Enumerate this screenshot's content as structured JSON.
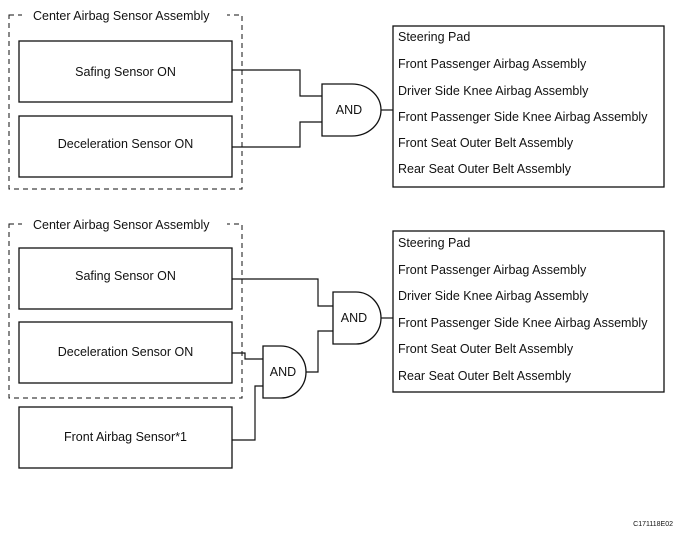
{
  "diagram_top": {
    "group_title": "Center Airbag Sensor Assembly",
    "safing_sensor": "Safing Sensor ON",
    "deceleration_sensor": "Deceleration Sensor ON",
    "gate": "AND",
    "outputs": [
      "Steering Pad",
      "Front Passenger Airbag Assembly",
      "Driver Side Knee Airbag Assembly",
      "Front Passenger Side Knee Airbag Assembly",
      "Front Seat Outer Belt Assembly",
      "Rear Seat Outer Belt Assembly"
    ]
  },
  "diagram_bottom": {
    "group_title": "Center Airbag Sensor Assembly",
    "safing_sensor": "Safing Sensor ON",
    "deceleration_sensor": "Deceleration Sensor ON",
    "front_sensor": "Front Airbag Sensor*1",
    "gate_inner": "AND",
    "gate_outer": "AND",
    "outputs": [
      "Steering Pad",
      "Front Passenger Airbag Assembly",
      "Driver Side Knee Airbag Assembly",
      "Front Passenger Side Knee Airbag Assembly",
      "Front Seat Outer Belt Assembly",
      "Rear Seat Outer Belt Assembly"
    ]
  },
  "figure_code": "C171118E02"
}
